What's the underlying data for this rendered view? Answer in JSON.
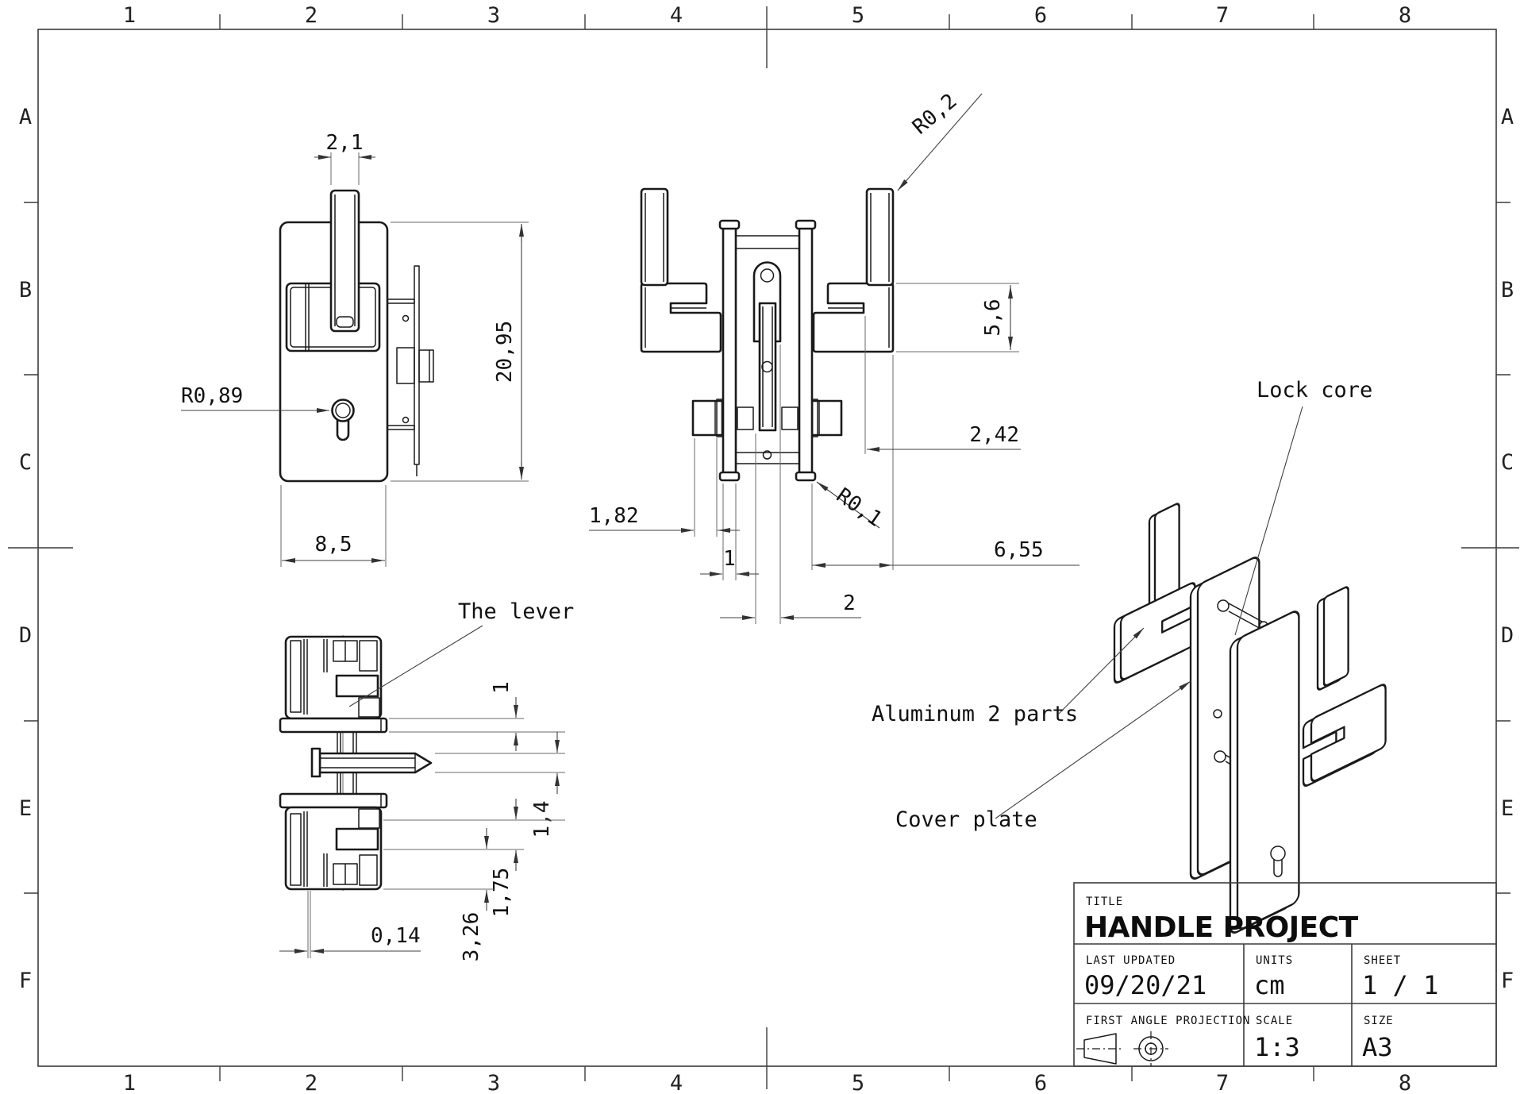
{
  "border": {
    "cols": [
      "1",
      "2",
      "3",
      "4",
      "5",
      "6",
      "7",
      "8"
    ],
    "rows": [
      "A",
      "B",
      "C",
      "D",
      "E",
      "F"
    ]
  },
  "front_view": {
    "dim_handle_width": "2,1",
    "dim_total_height": "20,95",
    "dim_plate_width": "8,5",
    "dim_keyhole_radius": "R0,89"
  },
  "side_view": {
    "dim_corner_radius_top": "R0,2",
    "dim_bracket_height": "5,6",
    "dim_offset": "2,42",
    "dim_corner_radius_bottom": "R0,1",
    "dim_boss_width": "1,82",
    "dim_plate_thickness": "1",
    "dim_core_width": "2",
    "dim_depth": "6,55"
  },
  "top_view": {
    "label_lever": "The lever",
    "dim_flange_thickness": "1",
    "dim_spindle_height": "1,4",
    "dim_step_depth": "1,75",
    "dim_block_depth": "3,26",
    "dim_gap": "0,14"
  },
  "iso_view": {
    "label_lock_core": "Lock core",
    "label_material": "Aluminum 2 parts",
    "label_cover_plate": "Cover plate"
  },
  "title_block": {
    "title_label": "TITLE",
    "title": "HANDLE PROJECT",
    "last_updated_label": "LAST UPDATED",
    "last_updated": "09/20/21",
    "units_label": "UNITS",
    "units": "cm",
    "sheet_label": "SHEET",
    "sheet": "1 / 1",
    "projection_label": "FIRST ANGLE PROJECTION",
    "scale_label": "SCALE",
    "scale": "1:3",
    "size_label": "SIZE",
    "size": "A3"
  }
}
